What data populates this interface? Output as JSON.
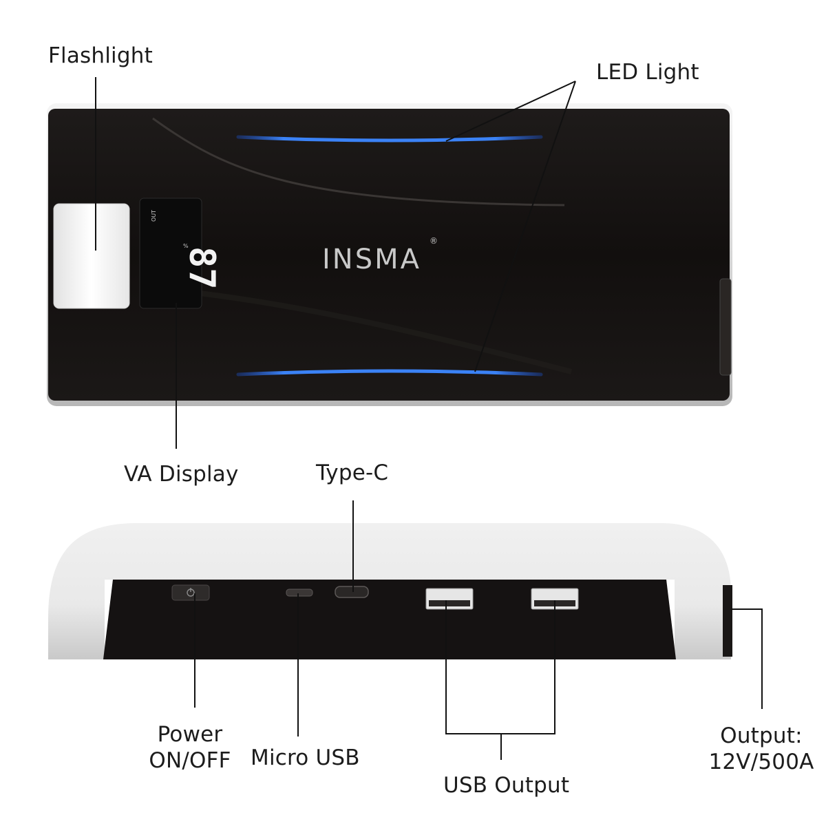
{
  "device": {
    "brand": "INSMA",
    "brand_mark": "®",
    "display": {
      "digits": "87",
      "unit": "%",
      "mode": "OUT"
    }
  },
  "labels": {
    "flashlight": "Flashlight",
    "led_light": "LED Light",
    "va_display": "VA Display",
    "type_c": "Type-C",
    "power_line1": "Power",
    "power_line2": "ON/OFF",
    "micro_usb": "Micro USB",
    "usb_output": "USB Output",
    "output_line1": "Output:",
    "output_line2": "12V/500A"
  },
  "colors": {
    "body": "#141110",
    "led": "#2f6fe0",
    "shell": "#e8e8e8"
  },
  "icons": {
    "power": "power-icon"
  }
}
